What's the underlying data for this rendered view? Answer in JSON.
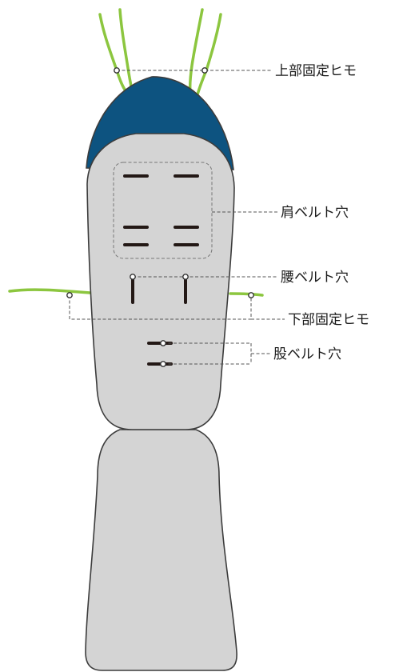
{
  "labels": {
    "top_strap": "上部固定ヒモ",
    "shoulder_belt_hole": "肩ベルト穴",
    "waist_belt_hole": "腰ベルト穴",
    "bottom_strap": "下部固定ヒモ",
    "crotch_belt_hole": "股ベルト穴"
  },
  "colors": {
    "cushion_fill": "#d4d4d4",
    "cushion_outline": "#3c3c3c",
    "hood": "#0d5380",
    "strap": "#8cc63f",
    "slot": "#231815"
  }
}
